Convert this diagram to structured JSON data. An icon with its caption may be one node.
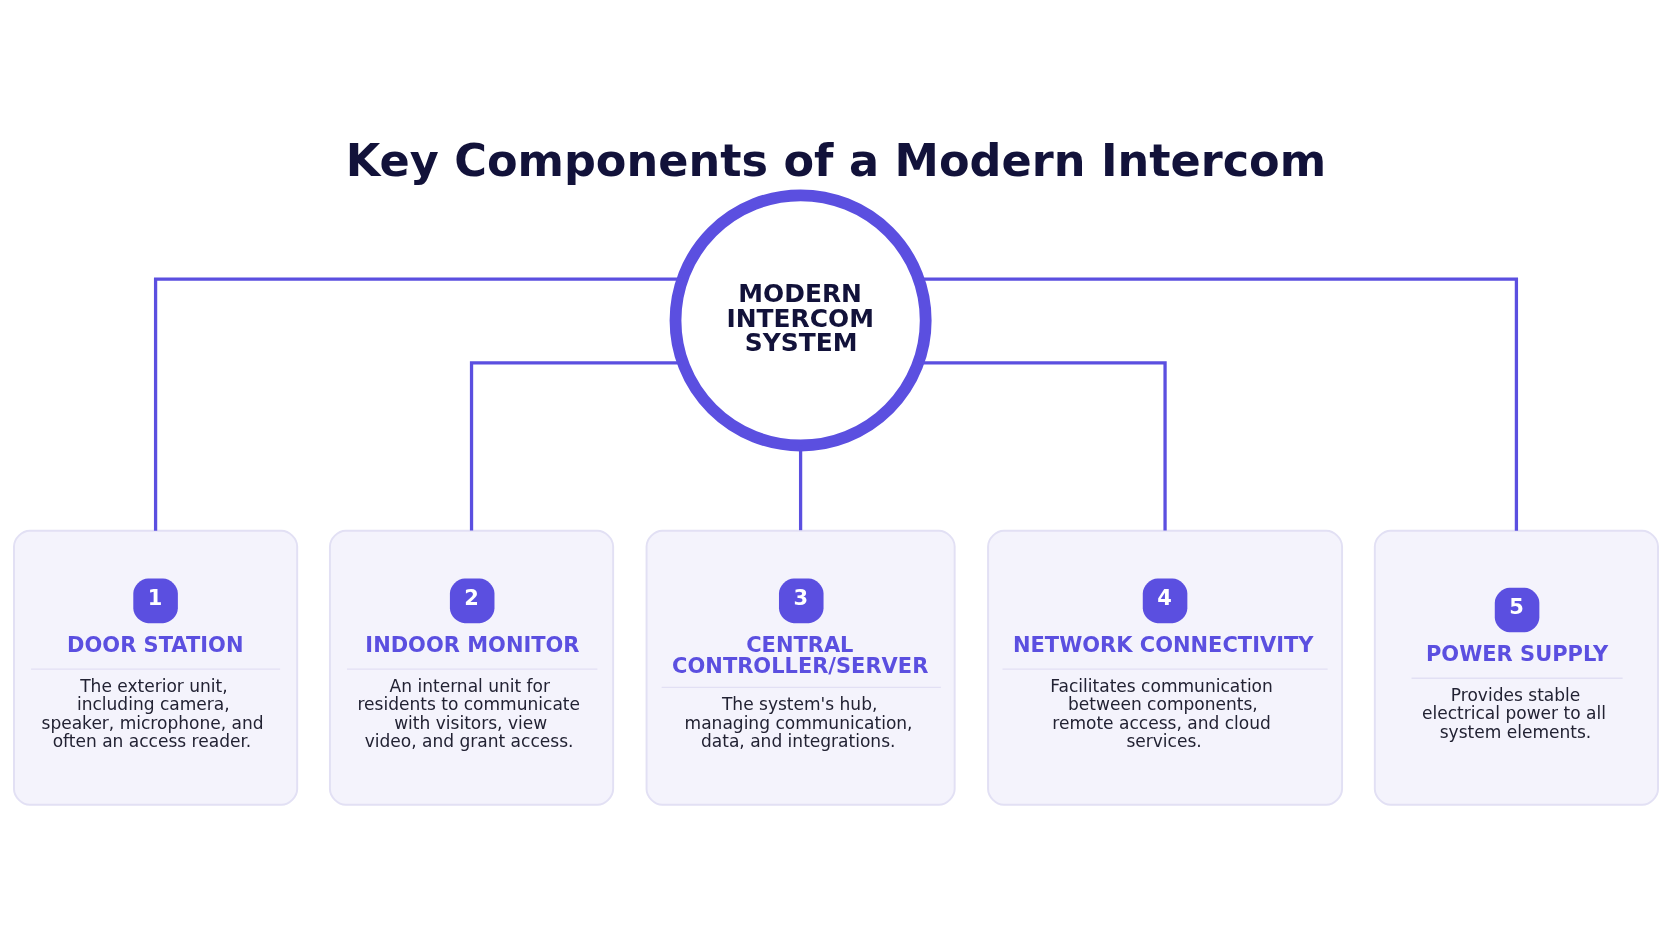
{
  "diagram": {
    "title": "Key Components of a Modern Intercom",
    "nodes": [
      {
        "text": [
          "MODERN INTERCOM SYSTEM"
        ]
      },
      {
        "text": [
          "1",
          "DOOR STATION",
          "The exterior unit, including camera, speaker, microphone, and often an access reader."
        ]
      },
      {
        "text": [
          "2",
          "INDOOR MONITOR",
          "An internal unit for residents to communicate with visitors, view video, and grant access."
        ]
      },
      {
        "text": [
          "3",
          "CENTRAL CONTROLLER/SERVER",
          "The system's hub, managing communication, data, and integrations."
        ]
      },
      {
        "text": [
          "4",
          "NETWORK CONNECTIVITY",
          "Facilitates communication between components, remote access, and cloud services."
        ]
      },
      {
        "text": [
          "5",
          "POWER SUPPLY",
          "Provides stable electrical power to all system elements."
        ]
      }
    ],
    "edges": [
      {
        "from": 0,
        "to": 1,
        "arrow": "none"
      },
      {
        "from": 0,
        "to": 2,
        "arrow": "none"
      },
      {
        "from": 0,
        "to": 3,
        "arrow": "none"
      },
      {
        "from": 0,
        "to": 4,
        "arrow": "none"
      },
      {
        "from": 0,
        "to": 5,
        "arrow": "none"
      }
    ]
  }
}
